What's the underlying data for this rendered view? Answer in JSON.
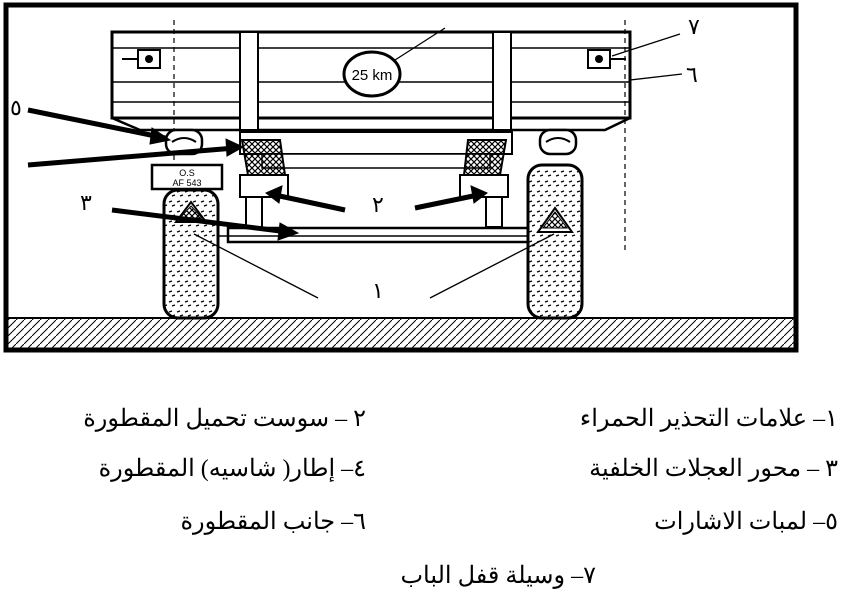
{
  "diagram": {
    "badge_text": "25 km",
    "plate_line1": "O.S",
    "plate_line2": "AF 543",
    "callouts": {
      "n1": "١",
      "n2": "٢",
      "n3": "٣",
      "n5": "٥",
      "n6": "٦",
      "n7": "٧"
    }
  },
  "legend": {
    "item1": "١– علامات التحذير الحمراء",
    "item2": "٢ – سوست تحميل المقطورة",
    "item3": "٣ – محور العجلات الخلفية",
    "item4": "٤– إطار( شاسيه) المقطورة",
    "item5": "٥–  لمبات الاشارات",
    "item6": "٦–  جانب المقطورة",
    "item7": "٧–  وسيلة قفل الباب"
  }
}
